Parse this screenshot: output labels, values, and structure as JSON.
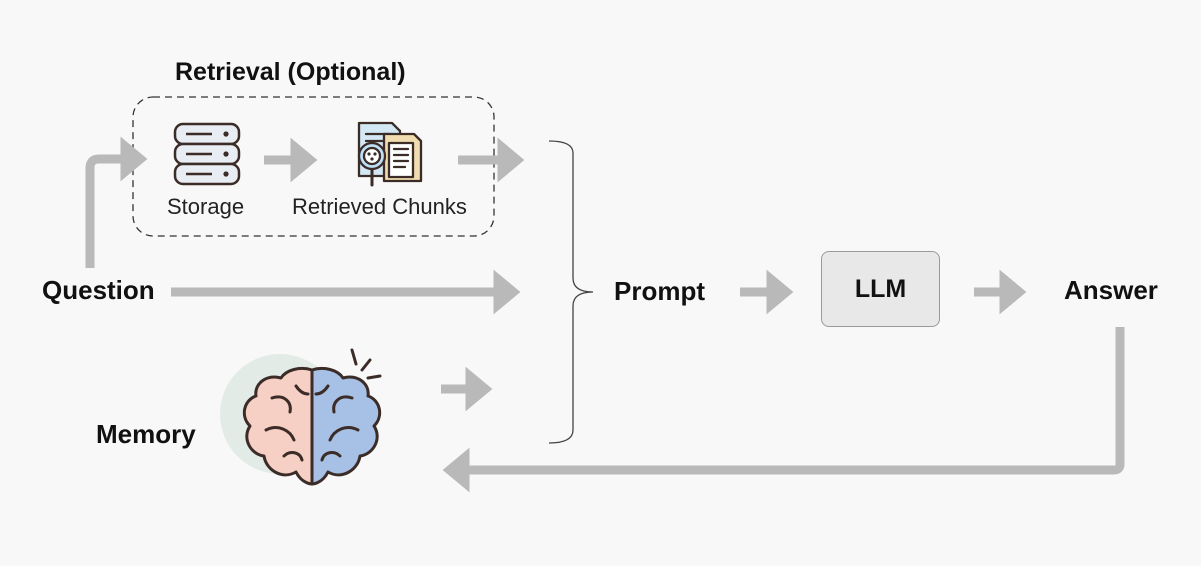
{
  "diagram": {
    "retrieval_title": "Retrieval (Optional)",
    "storage_label": "Storage",
    "chunks_label": "Retrieved Chunks",
    "question_label": "Question",
    "memory_label": "Memory",
    "prompt_label": "Prompt",
    "llm_label": "LLM",
    "answer_label": "Answer"
  },
  "colors": {
    "background": "#f8f8f8",
    "arrow": "#b9b9b9",
    "llm_box": "#e8e8e8",
    "brain_left": "#f6d0c4",
    "brain_right": "#a7c0e6",
    "brain_halo": "#e3ebe7",
    "storage": "#e7edf3",
    "doc_blue": "#d4e7f5",
    "doc_tan": "#f0dcae",
    "outline": "#3b2c28"
  },
  "icons": [
    "storage-icon",
    "retrieved-chunks-icon",
    "brain-icon"
  ]
}
